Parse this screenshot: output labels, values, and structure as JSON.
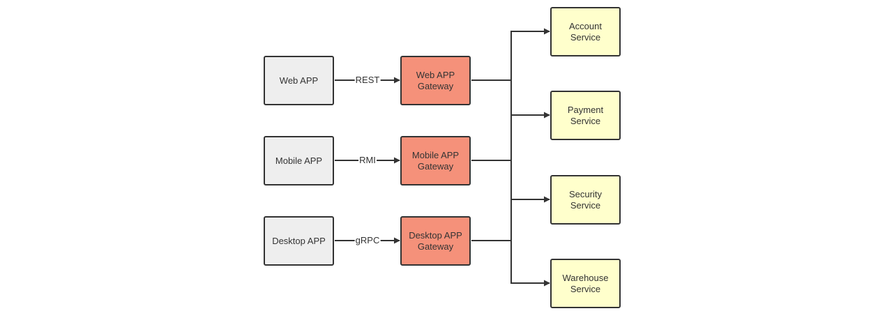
{
  "colors": {
    "client_fill": "#eeeeee",
    "gateway_fill": "#f5917a",
    "service_fill": "#ffffcc",
    "stroke": "#333333"
  },
  "clients": [
    {
      "label": "Web APP"
    },
    {
      "label": "Mobile APP"
    },
    {
      "label": "Desktop APP"
    }
  ],
  "protocols": [
    {
      "label": "REST"
    },
    {
      "label": "RMI"
    },
    {
      "label": "gRPC"
    }
  ],
  "gateways": [
    {
      "label": "Web APP\nGateway"
    },
    {
      "label": "Mobile APP\nGateway"
    },
    {
      "label": "Desktop APP\nGateway"
    }
  ],
  "services": [
    {
      "label": "Account\nService"
    },
    {
      "label": "Payment\nService"
    },
    {
      "label": "Security\nService"
    },
    {
      "label": "Warehouse\nService"
    }
  ]
}
